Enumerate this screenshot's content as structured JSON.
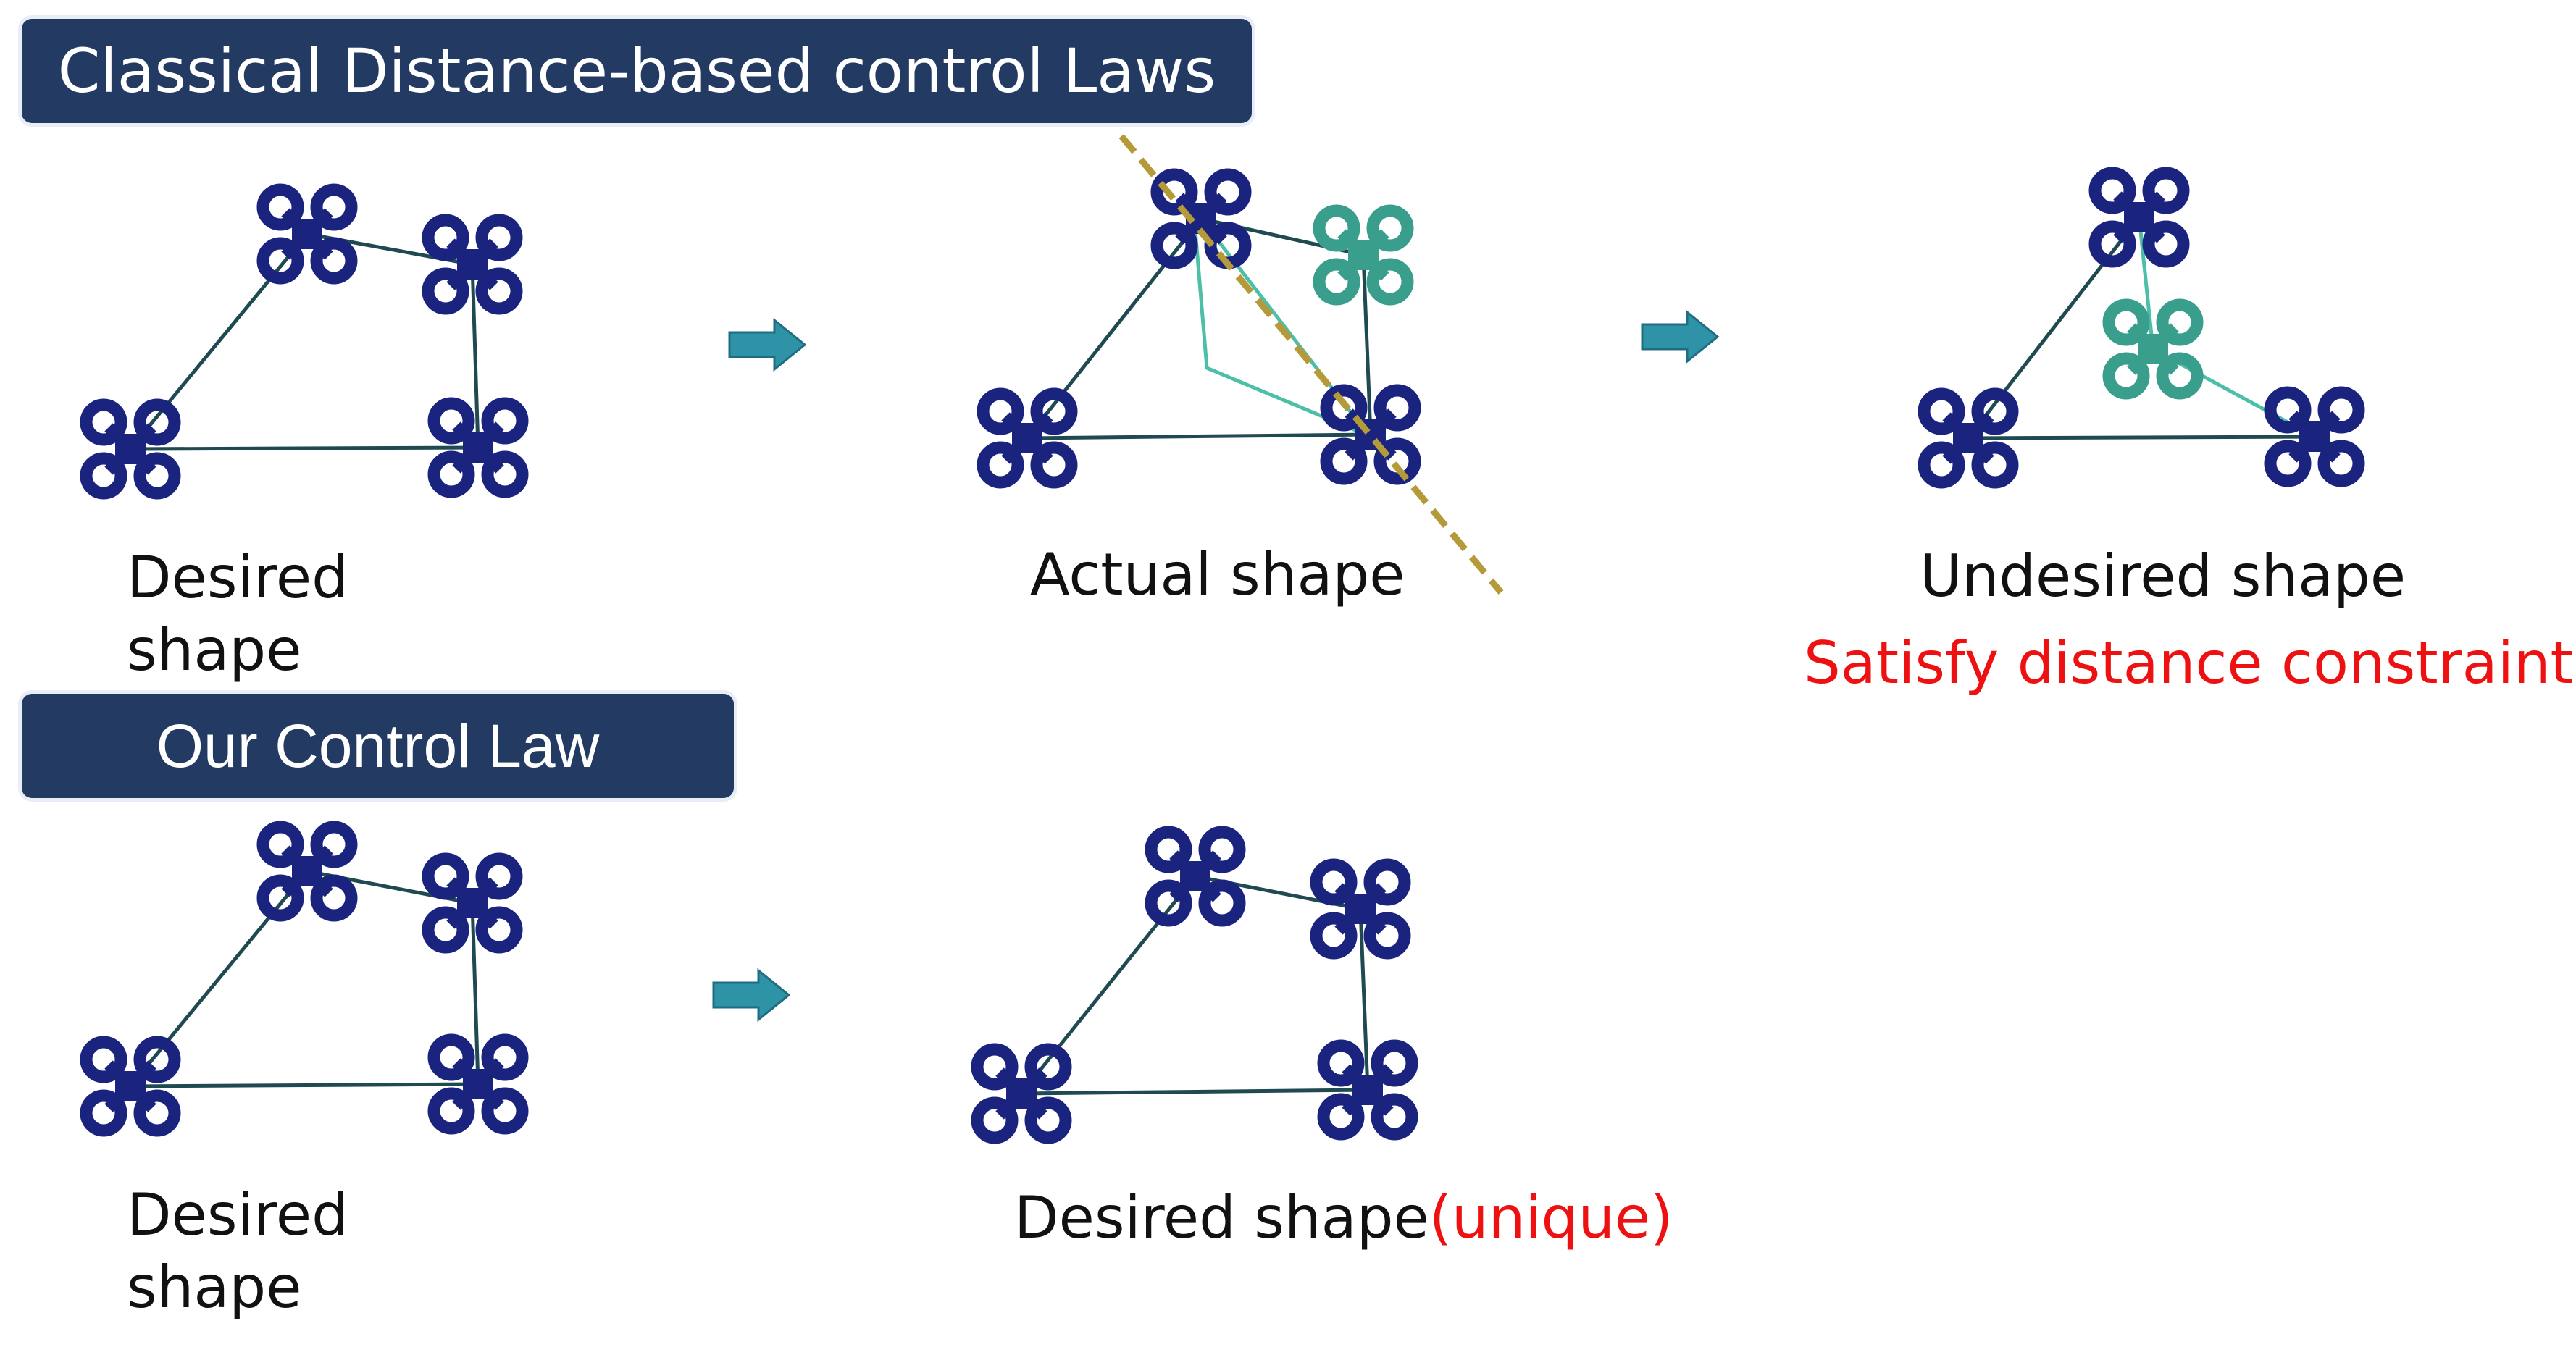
{
  "header_classical": "Classical Distance-based control Laws",
  "header_ours": "Our Control Law",
  "captions": {
    "desired_1": "Desired",
    "desired_1b": "shape",
    "actual": "Actual shape",
    "undesired": "Undesired shape",
    "satisfy": "Satisfy distance constraints",
    "desired_2": "Desired",
    "desired_2b": "shape",
    "desired_unique": "Desired shape",
    "unique": "(unique)"
  },
  "colors": {
    "banner": "#233a63",
    "drone_navy": "#1a237e",
    "drone_teal": "#3a9e8c",
    "edge": "#1f4a52",
    "edge_teal": "#4dbfa8",
    "arrow": "#2e93a6",
    "dashed_line": "#b59a3a",
    "highlight_text": "#ee1111"
  }
}
